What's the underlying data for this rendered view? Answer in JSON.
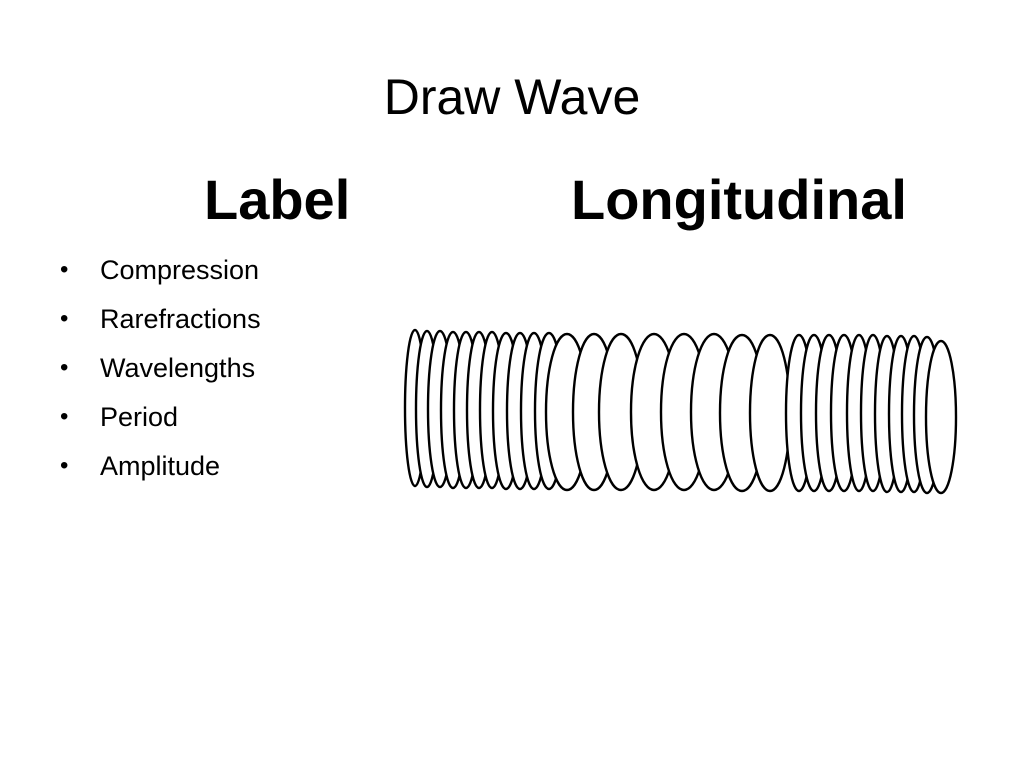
{
  "slide": {
    "title": "Draw Wave",
    "heading_left": "Label",
    "heading_right": "Longitudinal",
    "bullets": [
      "Compression",
      "Rarefractions",
      "Wavelengths",
      "Period",
      "Amplitude"
    ]
  },
  "diagram": {
    "type": "longitudinal-wave-coils",
    "stroke_color": "#000000",
    "fill_color": "#ffffff"
  }
}
